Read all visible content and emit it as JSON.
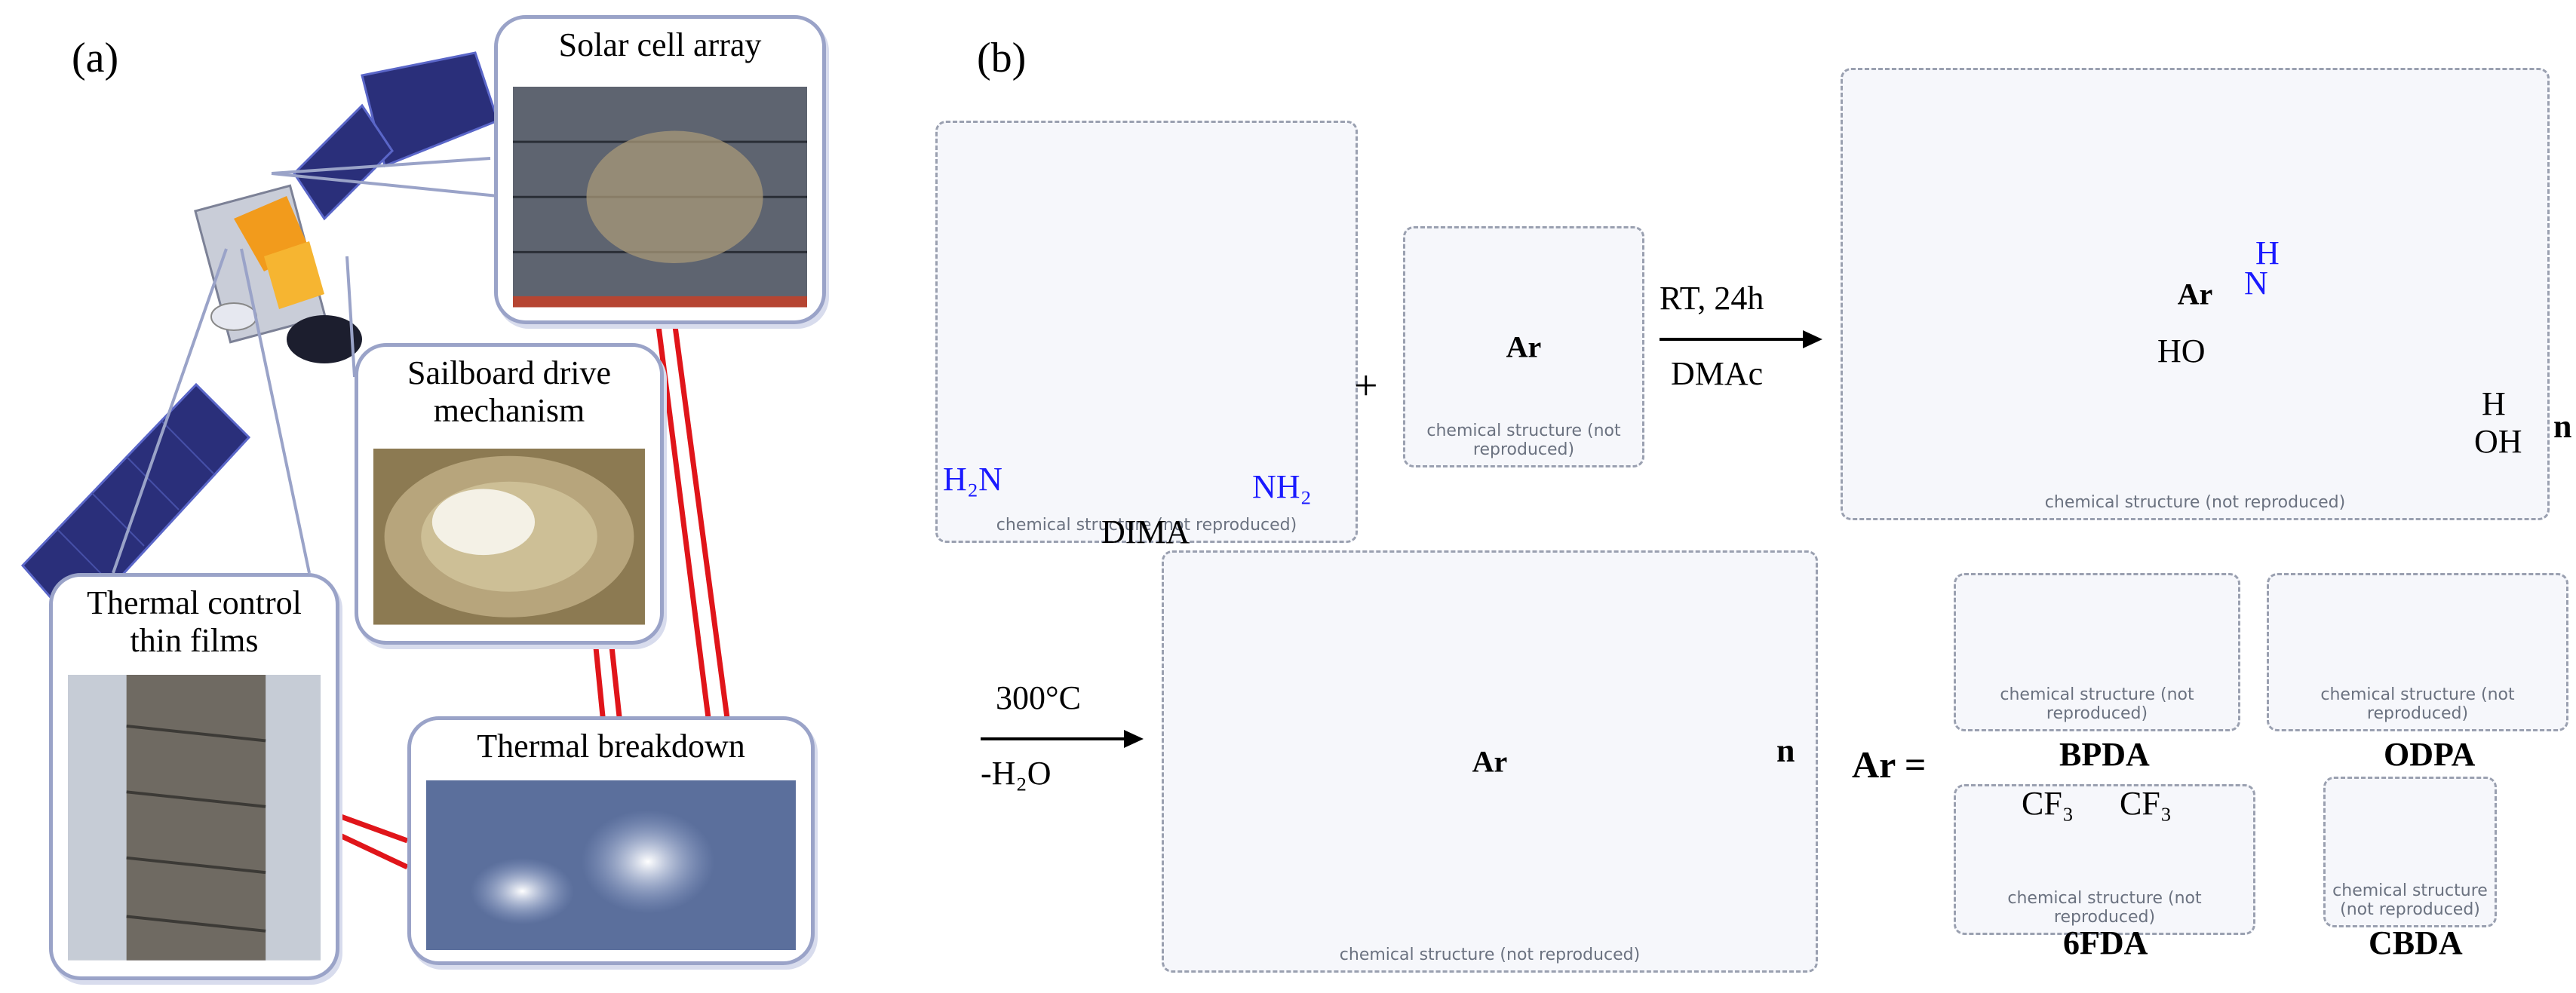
{
  "panels": {
    "a": "(a)",
    "b": "(b)"
  },
  "callouts": {
    "solar": "Solar cell array",
    "sailboard_line1": "Sailboard drive",
    "sailboard_line2": "mechanism",
    "thermal_films_line1": "Thermal control",
    "thermal_films_line2": "thin films",
    "breakdown": "Thermal breakdown"
  },
  "reaction": {
    "plus": "+",
    "step1_top": "RT, 24h",
    "step1_bottom": "DMAc",
    "step2_top": "300°C",
    "step2_bottom": "-H₂O",
    "monomer_label": "DIMA",
    "diamine_left": "H₂N",
    "diamine_right": "NH₂",
    "ar_label": "Ar",
    "ar_equals": "Ar =",
    "repeat_n": "n",
    "paa_groups": [
      "H",
      "N",
      "HO",
      "OH",
      "H"
    ],
    "cf3_left": "CF₃",
    "cf3_right": "CF₃",
    "dianhydrides": [
      "BPDA",
      "ODPA",
      "6FDA",
      "CBDA"
    ]
  },
  "colors": {
    "monomer": "#1a1aff",
    "callout_border": "#9aa3c8",
    "highlight": "#e0151a"
  }
}
